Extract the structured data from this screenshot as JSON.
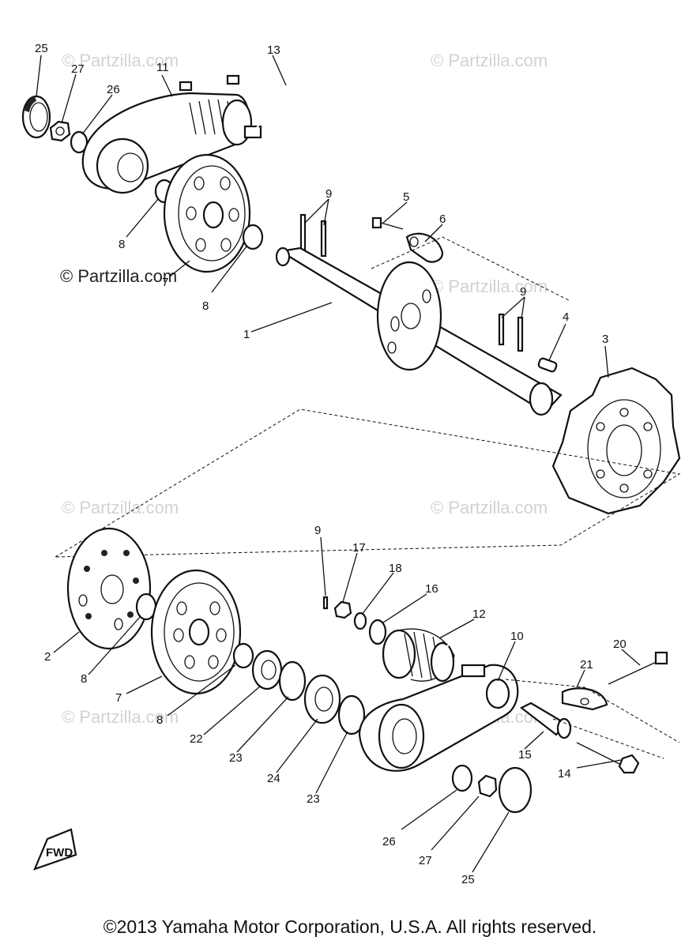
{
  "watermarks": {
    "faint": "© Partzilla.com",
    "dark": "© Partzilla.com"
  },
  "callouts": {
    "p1": "1",
    "p2": "2",
    "p3": "3",
    "p4": "4",
    "p5": "5",
    "p6": "6",
    "p7": "7",
    "p8a": "8",
    "p8b": "8",
    "p8c": "8",
    "p8d": "8",
    "p9a": "9",
    "p9b": "9",
    "p9c": "9",
    "p10": "10",
    "p11": "11",
    "p12": "12",
    "p13": "13",
    "p14": "14",
    "p15": "15",
    "p16": "16",
    "p17": "17",
    "p18": "18",
    "p20": "20",
    "p21": "21",
    "p22": "22",
    "p23a": "23",
    "p23b": "23",
    "p24": "24",
    "p25a": "25",
    "p25b": "25",
    "p26a": "26",
    "p26b": "26",
    "p27a": "27",
    "p27b": "27"
  },
  "fwd_label": "FWD",
  "copyright": "©2013 Yamaha Motor Corporation, U.S.A. All rights reserved."
}
